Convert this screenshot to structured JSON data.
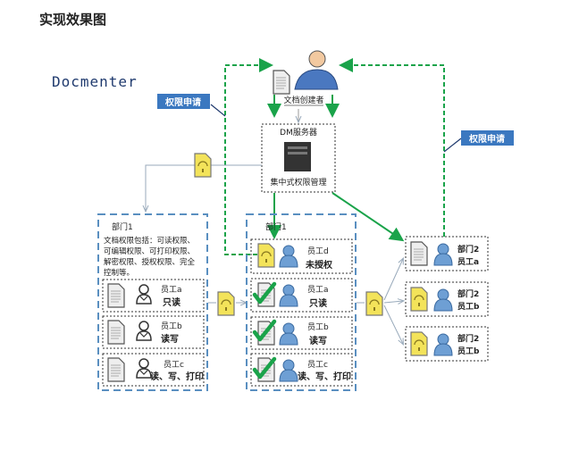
{
  "title": "实现效果图",
  "brand": "Docmenter",
  "creator_label": "文档创建者",
  "request_label": "权限申请",
  "server": {
    "title": "DM服务器",
    "caption": "集中式权限管理"
  },
  "left_dept": {
    "name": "部门1",
    "desc": [
      "文档权限包括：可读权限、",
      "可编辑权限、可打印权限、",
      "解密权限、授权权限、完全",
      "控制等。"
    ],
    "rows": [
      {
        "name": "员工a",
        "perm": "只读"
      },
      {
        "name": "员工b",
        "perm": "读写"
      },
      {
        "name": "员工c",
        "perm": "读、写、打印"
      }
    ]
  },
  "mid_dept": {
    "name": "部门1",
    "rows": [
      {
        "name": "员工d",
        "perm": "未授权",
        "status": "locked"
      },
      {
        "name": "员工a",
        "perm": "只读",
        "status": "granted"
      },
      {
        "name": "员工b",
        "perm": "读写",
        "status": "granted"
      },
      {
        "name": "员工c",
        "perm": "读、写、打印",
        "status": "granted"
      }
    ]
  },
  "right_dept": {
    "rows": [
      {
        "dept": "部门2",
        "name": "员工a"
      },
      {
        "dept": "部门2",
        "name": "员工b"
      },
      {
        "dept": "部门2",
        "name": "员工b"
      }
    ]
  },
  "colors": {
    "green": "#1aa34a",
    "label_blue": "#3b78c0",
    "dept_border": "#5a8fc0",
    "brand": "#1f3a6e"
  }
}
